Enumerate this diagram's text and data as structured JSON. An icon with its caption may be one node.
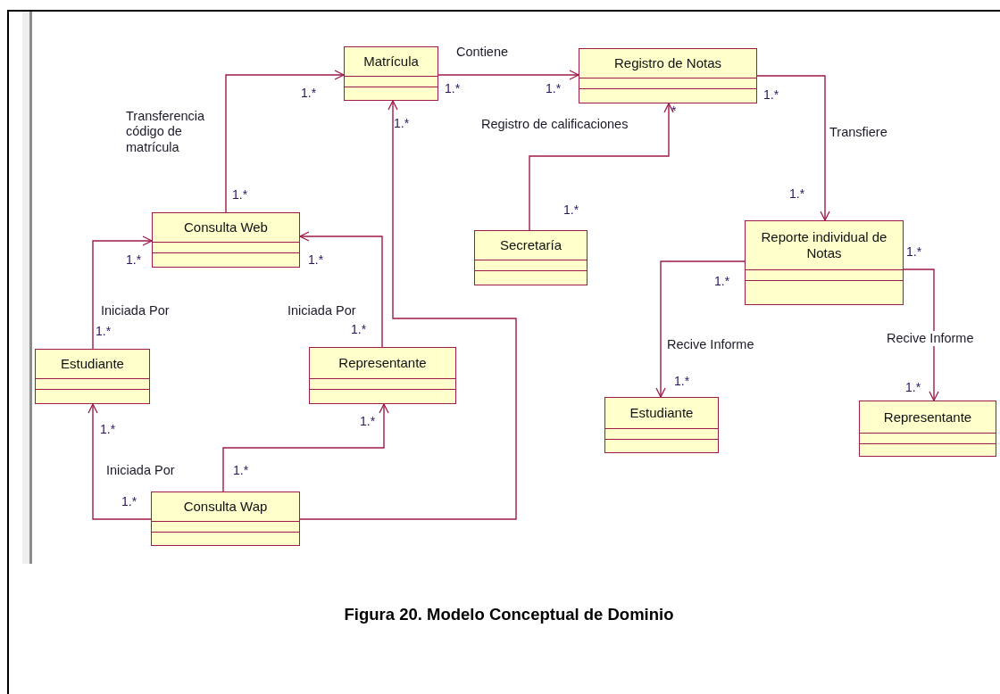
{
  "diagram": {
    "caption": "Figura 20. Modelo Conceptual de Dominio",
    "nodes": [
      {
        "text": [
          "Matrícula"
        ]
      },
      {
        "text": [
          "Registro de Notas"
        ]
      },
      {
        "text": [
          "Consulta Web"
        ]
      },
      {
        "text": [
          "Secretaría"
        ]
      },
      {
        "text": [
          "Reporte individual de Notas"
        ]
      },
      {
        "text": [
          "Estudiante"
        ]
      },
      {
        "text": [
          "Representante"
        ]
      },
      {
        "text": [
          "Estudiante"
        ]
      },
      {
        "text": [
          "Representante"
        ]
      },
      {
        "text": [
          "Consulta Wap"
        ]
      }
    ],
    "edges": [
      {
        "from": 2,
        "to": 0,
        "arrow": "to",
        "label": "Transferencia código de matrícula"
      },
      {
        "from": 0,
        "to": 1,
        "arrow": "to",
        "label": "Contiene"
      },
      {
        "from": 3,
        "to": 1,
        "arrow": "to",
        "label": "Registro de calificaciones"
      },
      {
        "from": 1,
        "to": 4,
        "arrow": "to",
        "label": "Transfiere"
      },
      {
        "from": 5,
        "to": 2,
        "arrow": "to",
        "label": "Iniciada Por"
      },
      {
        "from": 6,
        "to": 2,
        "arrow": "to",
        "label": "Iniciada Por"
      },
      {
        "from": 9,
        "to": 5,
        "arrow": "to",
        "label": "Iniciada Por"
      },
      {
        "from": 9,
        "to": 6,
        "arrow": "to"
      },
      {
        "from": 9,
        "to": 0,
        "arrow": "to"
      },
      {
        "from": 4,
        "to": 7,
        "arrow": "to",
        "label": "Recive Informe"
      },
      {
        "from": 4,
        "to": 8,
        "arrow": "to",
        "label": "Recive Informe"
      }
    ],
    "labels": [
      "1.*",
      "1.*",
      "1.*",
      "1.*",
      "*",
      "1.*",
      "1.*",
      "1.*",
      "1.*",
      "1.*",
      "1.*",
      "1.*",
      "1.*",
      "1.*",
      "1.*",
      "1.*",
      "1.*",
      "1.*",
      "1.*",
      "1.*",
      "1.*"
    ]
  }
}
